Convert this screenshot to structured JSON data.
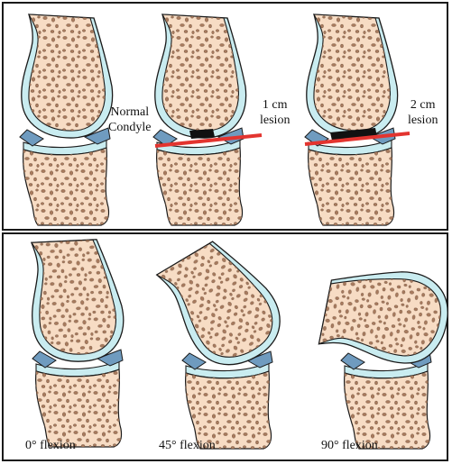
{
  "top_panel": {
    "labels": {
      "normal_line1": "Normal",
      "normal_line2": "Condyle",
      "lesion1_line1": "1 cm",
      "lesion1_line2": "lesion",
      "lesion2_line1": "2 cm",
      "lesion2_line2": "lesion"
    }
  },
  "bottom_panel": {
    "labels": {
      "flexion0": "0° flexion",
      "flexion45": "45° flexion",
      "flexion90": "90° flexion"
    }
  },
  "colors": {
    "bone_fill": "#f7dcc4",
    "bone_outline": "#1a1a1a",
    "trabecular_spot": "#a87b5e",
    "cartilage_fill": "#c9ecf0",
    "meniscus_fill": "#6f9bbf",
    "lesion_line": "#e3342f",
    "lesion_defect": "#111111"
  }
}
